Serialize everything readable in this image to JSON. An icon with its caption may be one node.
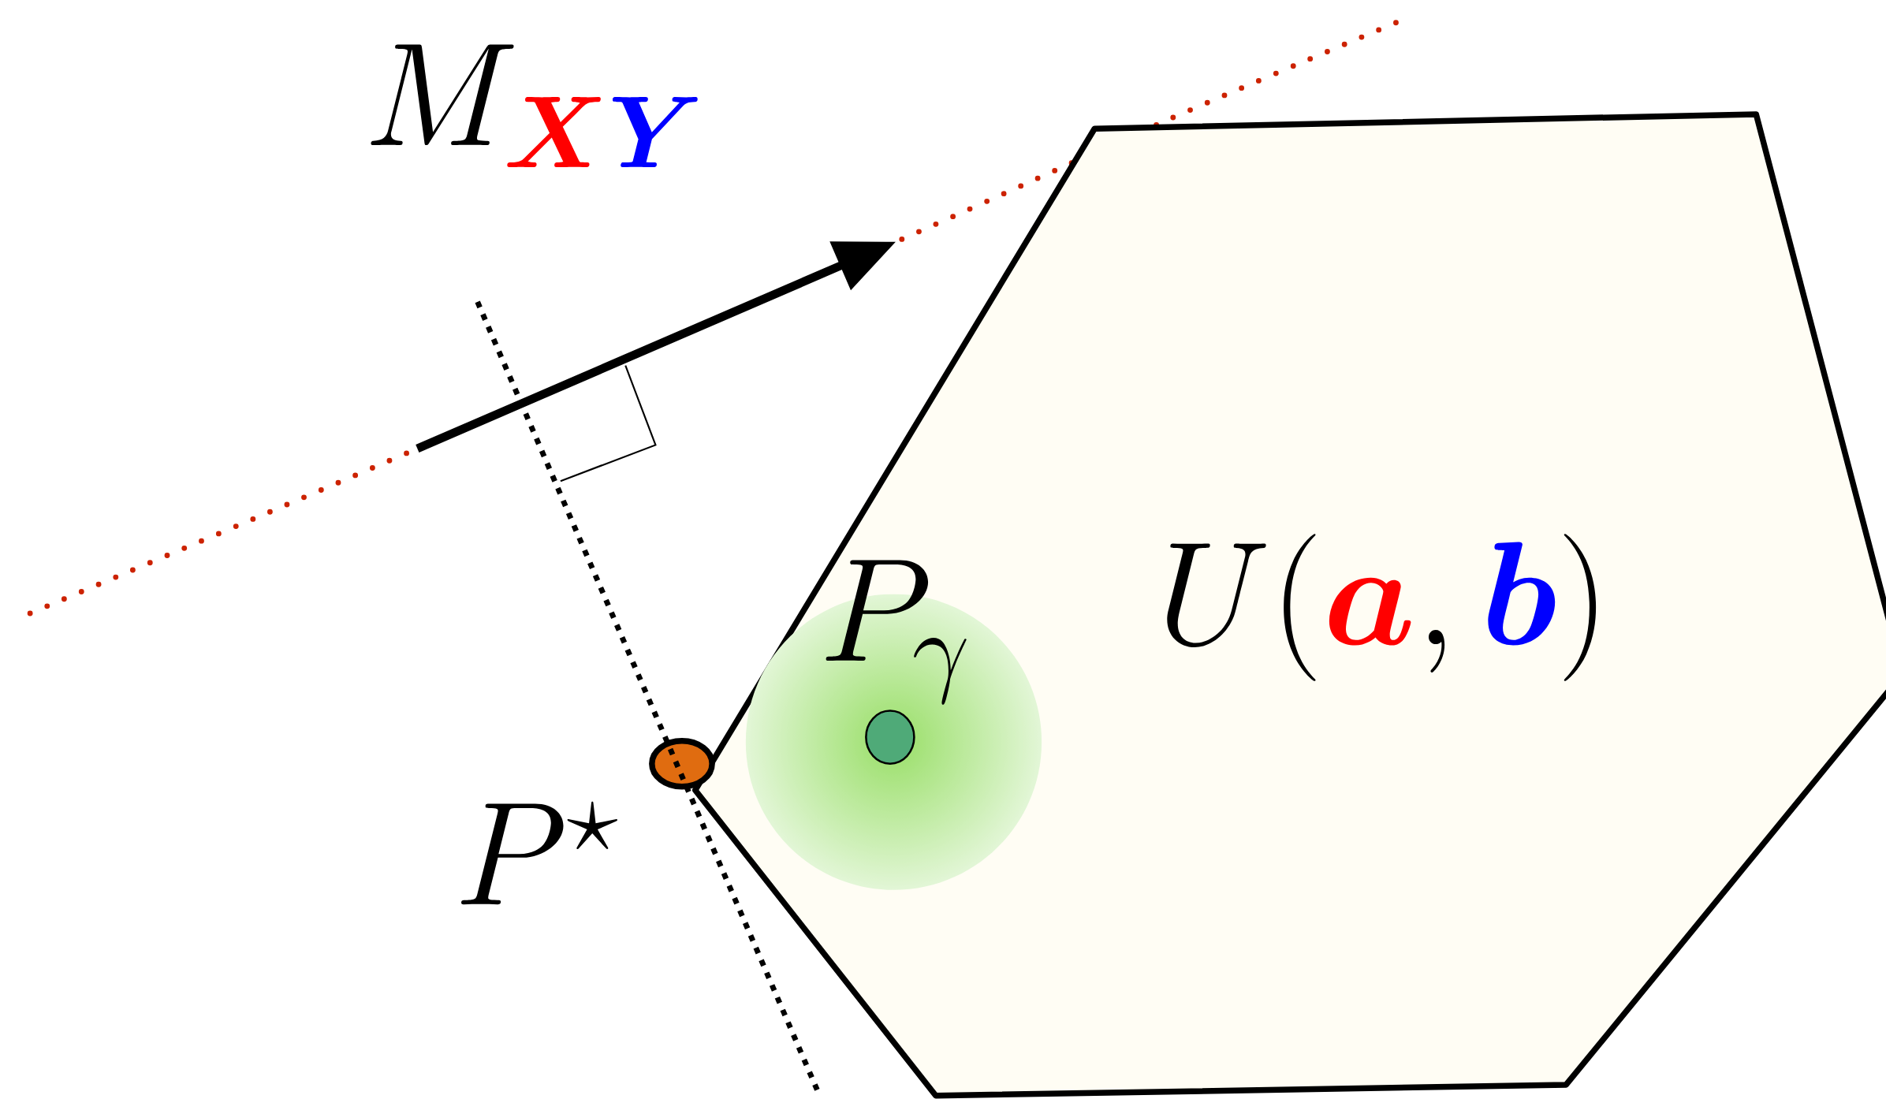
{
  "diagram": {
    "nodes": [
      {
        "text": [
          "U(\\color{red}\\boldsymbol{a}\\color{black},\\color{blue}\\boldsymbol{b}\\color{black})"
        ]
      },
      {
        "text": [
          "P_\\gamma"
        ],
        "in": 0
      },
      {
        "text": [
          "P^\\star"
        ]
      }
    ],
    "labels": [
      "M_{\\color{red}\\boldsymbol{X}\\color{blue}\\boldsymbol{Y}}"
    ]
  }
}
